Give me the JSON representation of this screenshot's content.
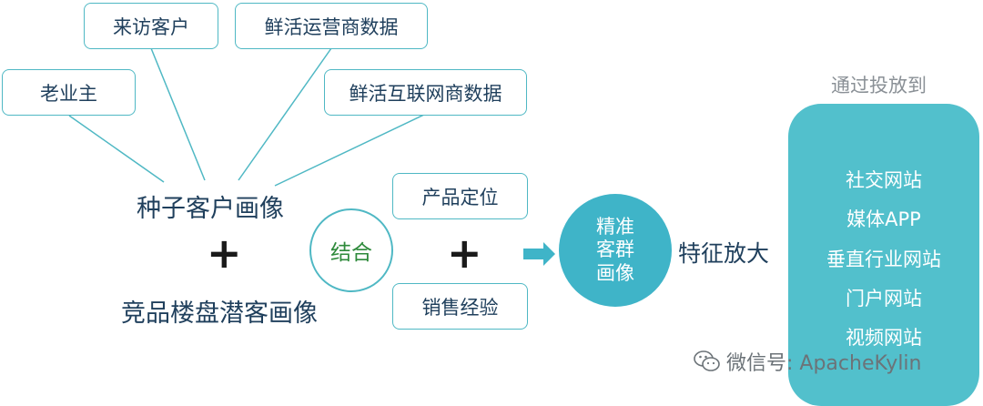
{
  "sources": [
    "老业主",
    "来访客户",
    "鲜活运营商数据",
    "鲜活互联网商数据"
  ],
  "seed_portrait": "种子客户画像",
  "competitor_portrait": "竞品楼盘潜客画像",
  "plus_sign": "+",
  "combine": "结合",
  "product_positioning": "产品定位",
  "sales_experience": "销售经验",
  "target": [
    "精准",
    "客群",
    "画像"
  ],
  "amplify": "特征放大",
  "channels_title": "通过投放到",
  "channels": [
    "社交网站",
    "媒体APP",
    "垂直行业网站",
    "门户网站",
    "视频网站"
  ],
  "watermark": "微信号: ApacheKylin",
  "colors": {
    "accent": "#4fb8c4",
    "panel": "#52c0cc",
    "text_dark": "#1f3f5c",
    "combine_text": "#2e8a3b"
  }
}
